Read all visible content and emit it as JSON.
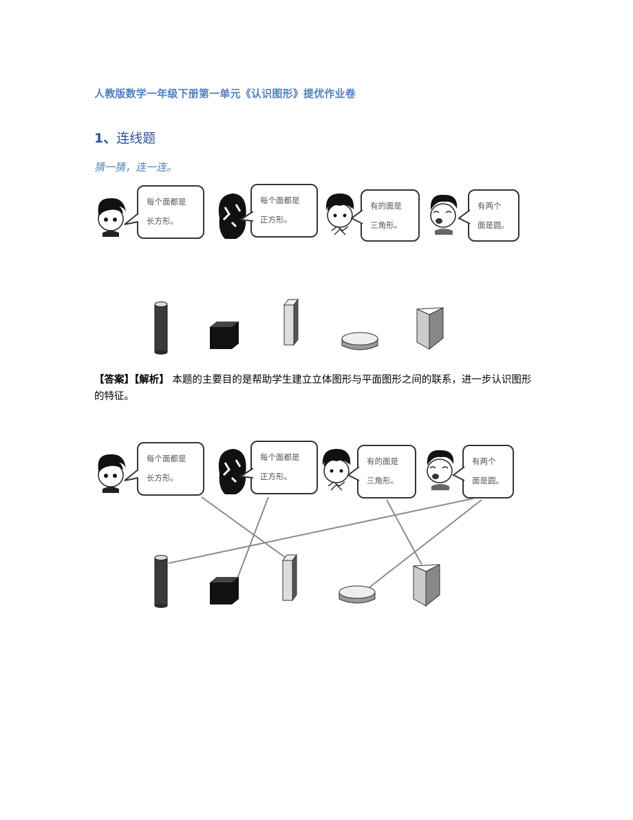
{
  "document": {
    "title": "人教版数学一年级下册第一单元《认识图形》提优作业卷",
    "section": {
      "number": "1、",
      "heading": "连线题"
    },
    "instruction": "猜一猜，连一连。",
    "question_figure": {
      "speakers": [
        {
          "id": "girl-ponytail",
          "line1": "每个面都是",
          "line2": "长方形。"
        },
        {
          "id": "girl-long-hair",
          "line1": "每个面都是",
          "line2": "正方形。"
        },
        {
          "id": "boy-short-hair",
          "line1": "有的面是",
          "line2": "三角形。"
        },
        {
          "id": "boy-laughing",
          "line1": "有两个",
          "line2": "面是圆。"
        }
      ],
      "solids": [
        "cylinder-tall",
        "cube",
        "cuboid-thin",
        "cylinder-flat",
        "triangular-prism"
      ]
    },
    "answer": {
      "answer_tag": "【答案】",
      "analysis_tag": "【解析】",
      "text": "本题的主要目的是帮助学生建立立体图形与平面图形之间的联系，进一步认识图形的特征。"
    },
    "answer_figure": {
      "connections": [
        {
          "from": "长方形",
          "to": "cuboid-thin"
        },
        {
          "from": "正方形",
          "to": "cube"
        },
        {
          "from": "三角形",
          "to": "triangular-prism"
        },
        {
          "from": "圆",
          "to": "cylinder-tall"
        },
        {
          "from": "圆",
          "to": "cylinder-flat"
        }
      ],
      "line_color": "#8a8a8a"
    }
  }
}
